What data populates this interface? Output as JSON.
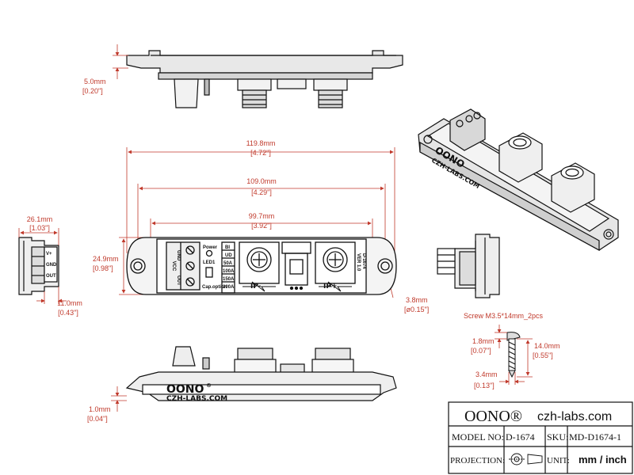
{
  "dimensions": {
    "top_height": {
      "mm": "5.0mm",
      "in": "[0.20\"]"
    },
    "overall_len": {
      "mm": "119.8mm",
      "in": "[4.72\"]"
    },
    "hole_spacing": {
      "mm": "109.0mm",
      "in": "[4.29\"]"
    },
    "inner_len": {
      "mm": "99.7mm",
      "in": "[3.92\"]"
    },
    "body_width": {
      "mm": "24.9mm",
      "in": "[0.98\"]"
    },
    "side_height": {
      "mm": "26.1mm",
      "in": "[1.03\"]"
    },
    "side_base": {
      "mm": "11.0mm",
      "in": "[0.43\"]"
    },
    "hole_dia": {
      "mm": "3.8mm",
      "in": "[ø0.15\"]"
    },
    "base_thick": {
      "mm": "1.0mm",
      "in": "[0.04\"]"
    }
  },
  "screw": {
    "title": "Screw  M3.5*14mm_2pcs",
    "head": {
      "mm": "1.8mm",
      "in": "[0.07\"]"
    },
    "length": {
      "mm": "14.0mm",
      "in": "[0.55\"]"
    },
    "dia": {
      "mm": "3.4mm",
      "in": "[0.13\"]"
    }
  },
  "board": {
    "terminal_labels": [
      "VCC",
      "GND",
      "OUT"
    ],
    "power_label": "Power",
    "led_label": "LED1",
    "setting_labels": [
      "BI",
      "UD",
      "50A",
      "100A",
      "150A",
      "200A"
    ],
    "cap_label": "Cap.option",
    "ip_minus": "IP-",
    "ip_plus": "IP+",
    "model_text": "D-1674",
    "version_text": "VER 1.0",
    "side_labels": [
      "V+",
      "GND",
      "OUT"
    ]
  },
  "brand": {
    "logo": "OONO",
    "reg": "®",
    "site": "CZH-LABS.COM"
  },
  "title_block": {
    "logo": "OONO®",
    "website": "czh-labs.com",
    "model_label": "MODEL NO:",
    "model_value": "D-1674",
    "sku_label": "SKU:",
    "sku_value": "MD-D1674-1",
    "projection_label": "PROJECTION:",
    "unit_label": "UNIT:",
    "unit_value": "mm / inch"
  },
  "colors": {
    "dimension": "#c0392b",
    "outline": "#111111",
    "board": "#ffffff"
  }
}
